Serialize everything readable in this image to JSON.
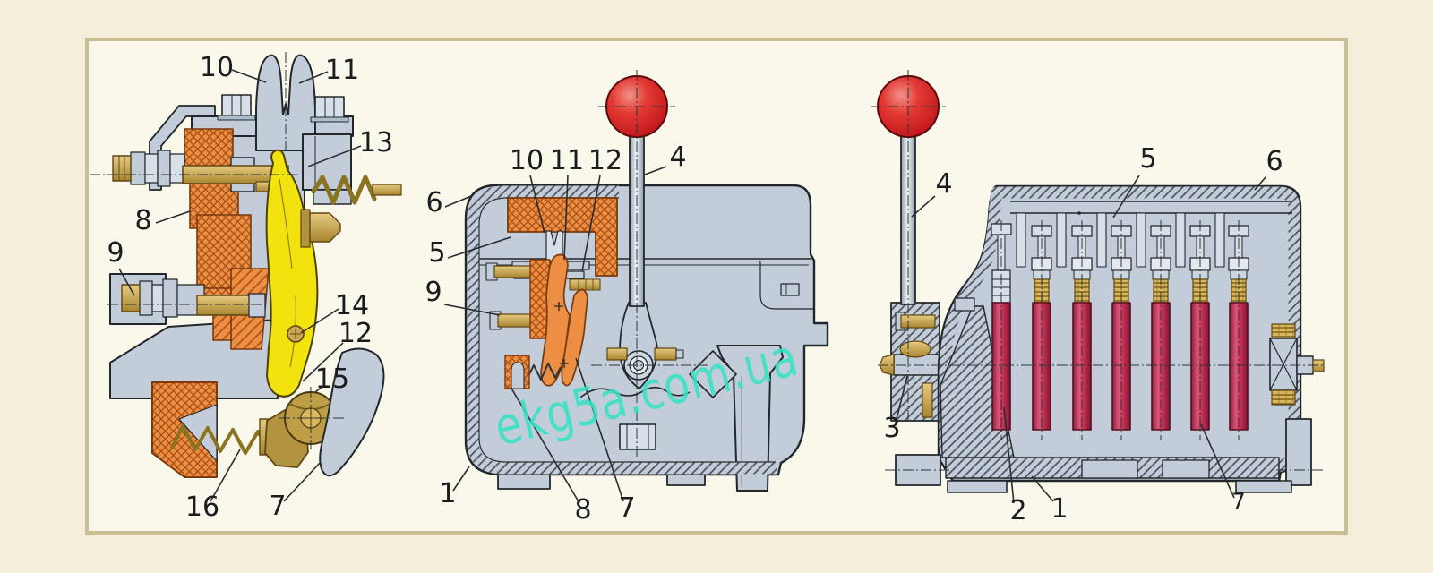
{
  "watermark": {
    "text": "ekg5a.com.ua",
    "color": "#35E2C6"
  },
  "colors": {
    "background": "#F4EEDA",
    "panel": "#FAF7EB",
    "frame": "#C9BE94",
    "metal_gray": "#C2CDD9",
    "metal_light": "#D7DFE8",
    "outline": "#22272B",
    "insulator_orange": "#EC8F45",
    "insulator_hatch": "#A84E12",
    "lever_yellow": "#F2E20D",
    "brass": "#C9A850",
    "roller_bronze": "#BE9F47",
    "knob_red": "#D6252B",
    "cam_red": "#C73156"
  },
  "figures": {
    "left": {
      "callouts": {
        "c10": "10",
        "c11": "11",
        "c13": "13",
        "c8": "8",
        "c9": "9",
        "c14": "14",
        "c12": "12",
        "c15": "15",
        "c16": "16",
        "c7": "7"
      }
    },
    "middle": {
      "callouts": {
        "c10": "10",
        "c11": "11",
        "c12": "12",
        "c4": "4",
        "c6": "6",
        "c5": "5",
        "c9": "9",
        "c1": "1",
        "c8": "8",
        "c7": "7"
      }
    },
    "right": {
      "callouts": {
        "c5": "5",
        "c6": "6",
        "c4": "4",
        "c3": "3",
        "c2": "2",
        "c1": "1",
        "c7": "7"
      }
    }
  }
}
